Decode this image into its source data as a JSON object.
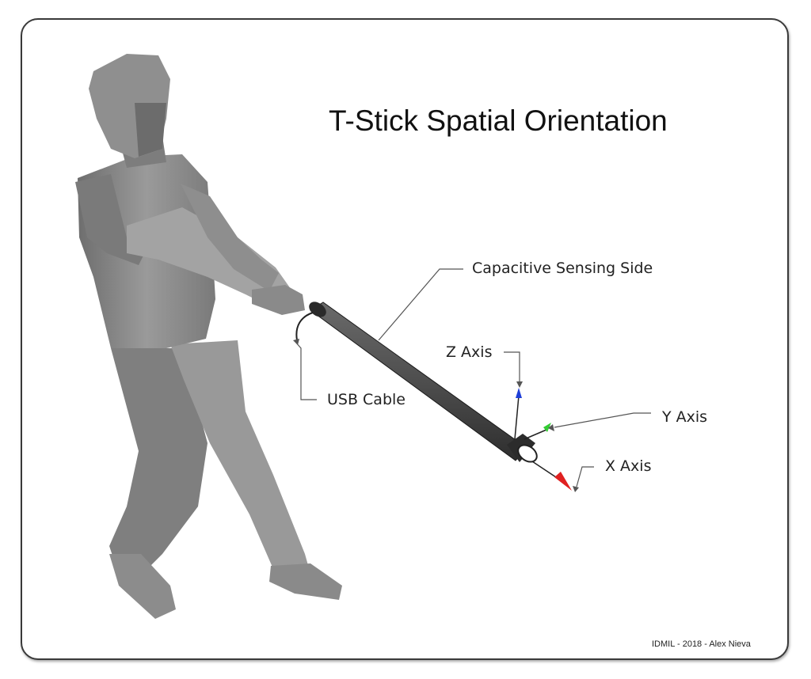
{
  "title": "T-Stick Spatial Orientation",
  "labels": {
    "capacitive": "Capacitive Sensing Side",
    "usb": "USB Cable",
    "z_axis": "Z Axis",
    "y_axis": "Y Axis",
    "x_axis": "X Axis"
  },
  "credit": "IDMIL - 2018 - Alex Nieva",
  "colors": {
    "z_axis": "#1f3fd8",
    "y_axis": "#33cc33",
    "x_axis": "#e02020",
    "stick": "#4a4a4a",
    "figure": "#8a8a8a"
  }
}
